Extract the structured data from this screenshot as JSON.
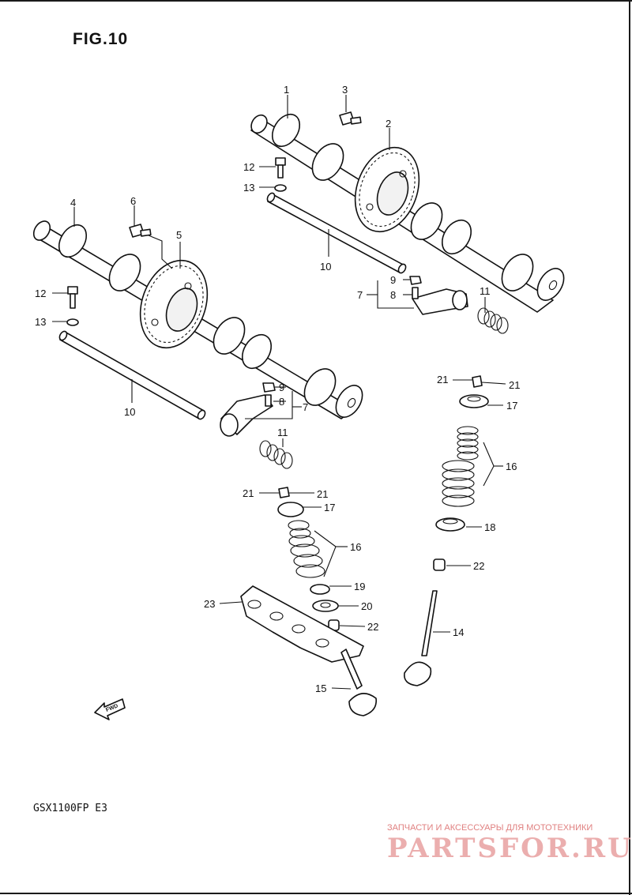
{
  "figure": {
    "title": "FIG.10",
    "model": "GSX1100FP  E3",
    "fwd_label": "FWD"
  },
  "callouts": {
    "c1": "1",
    "c2": "2",
    "c3": "3",
    "c4": "4",
    "c5": "5",
    "c6": "6",
    "c7a": "7",
    "c7b": "7",
    "c8a": "8",
    "c8b": "8",
    "c9a": "9",
    "c9b": "9",
    "c10a": "10",
    "c10b": "10",
    "c11a": "11",
    "c11b": "11",
    "c12a": "12",
    "c12b": "12",
    "c13a": "13",
    "c13b": "13",
    "c14": "14",
    "c15": "15",
    "c16a": "16",
    "c16b": "16",
    "c17a": "17",
    "c17b": "17",
    "c18": "18",
    "c19": "19",
    "c20": "20",
    "c21a": "21",
    "c21b": "21",
    "c21c": "21",
    "c21d": "21",
    "c22a": "22",
    "c22b": "22",
    "c23": "23"
  },
  "watermark": {
    "tagline": "ЗАПЧАСТИ И АКСЕССУАРЫ ДЛЯ МОТОТЕХНИКИ",
    "logo": "PARTSFOR.RU",
    "color": "#e8a0a0"
  }
}
